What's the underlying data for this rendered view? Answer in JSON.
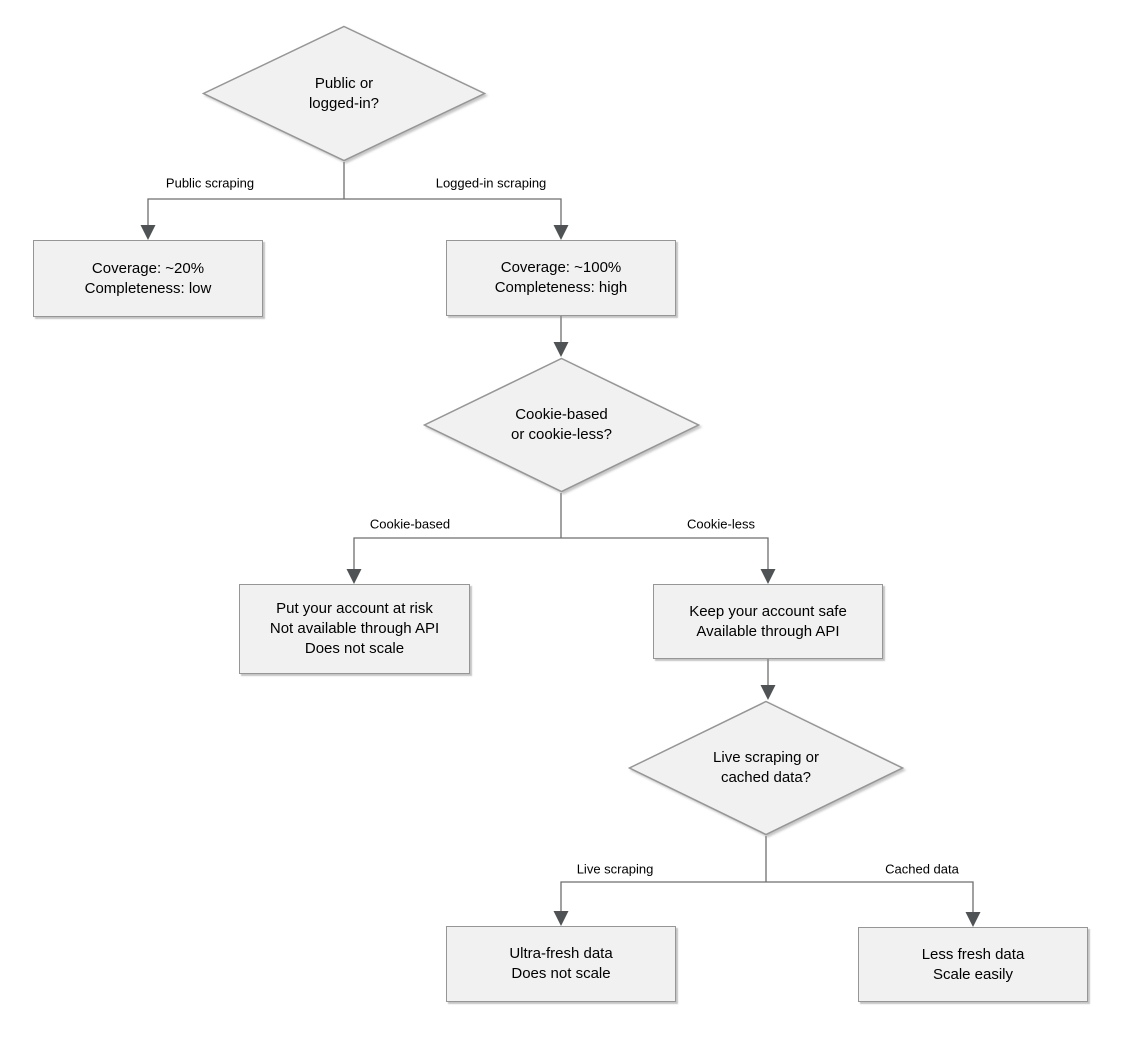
{
  "flowchart": {
    "decisions": [
      {
        "id": "public-or-loggedin",
        "lines": [
          "Public or",
          "logged-in?"
        ]
      },
      {
        "id": "cookie-based-or-less",
        "lines": [
          "Cookie-based",
          "or cookie-less?"
        ]
      },
      {
        "id": "live-or-cached",
        "lines": [
          "Live scraping or",
          "cached data?"
        ]
      }
    ],
    "outcomes": [
      {
        "id": "public-scraping-result",
        "lines": [
          "Coverage: ~20%",
          "Completeness: low"
        ]
      },
      {
        "id": "loggedin-scraping-result",
        "lines": [
          "Coverage: ~100%",
          "Completeness: high"
        ]
      },
      {
        "id": "cookie-based-result",
        "lines": [
          "Put your account at risk",
          "Not available through API",
          "Does not scale"
        ]
      },
      {
        "id": "cookie-less-result",
        "lines": [
          "Keep your account safe",
          "Available through API"
        ]
      },
      {
        "id": "live-scraping-result",
        "lines": [
          "Ultra-fresh data",
          "Does not scale"
        ]
      },
      {
        "id": "cached-data-result",
        "lines": [
          "Less fresh data",
          "Scale easily"
        ]
      }
    ],
    "edge_labels": [
      "Public scraping",
      "Logged-in scraping",
      "Cookie-based",
      "Cookie-less",
      "Live scraping",
      "Cached data"
    ],
    "colors": {
      "canvas": "#ffffff",
      "node_fill": "#f1f1f1",
      "node_border": "#969696",
      "connector": "#6e6e6e",
      "arrowhead": "#4f5355",
      "text": "#000000"
    }
  }
}
